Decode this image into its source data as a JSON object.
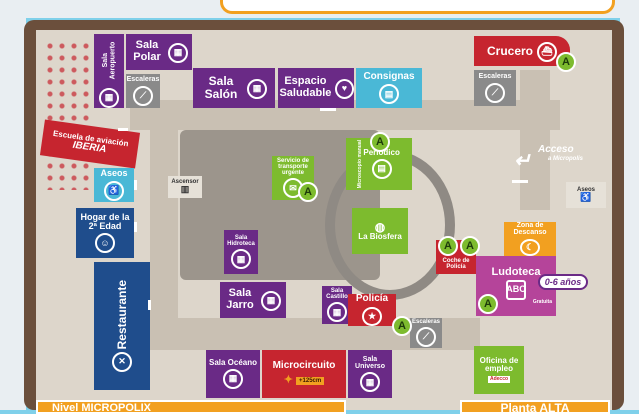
{
  "rooms": {
    "sala_aeropuerto": "Sala Aeropuerto",
    "sala_polar": "Sala Polar",
    "escaleras_1": "Escaleras",
    "sala_salon": "Sala Salón",
    "espacio_saludable": "Espacio Saludable",
    "consignas": "Consignas",
    "crucero": "Crucero",
    "escaleras_2": "Escaleras",
    "escuela_aviacion": "Escuela de aviación",
    "iberia": "IBERIA",
    "aseos_1": "Aseos",
    "ascensor_1": "Ascensor",
    "servicio_transporte": "Servicio de transporte urgente",
    "microscopio": "Microscopio manual",
    "periodico": "Periódico",
    "acceso": "Acceso",
    "acceso_sub": "a Micropolis",
    "aseos_2": "Aseos",
    "hogar": "Hogar de la 2ª Edad",
    "sala_hidroteca": "Sala Hidroteca",
    "biosfera": "La Biosfera",
    "zona_descanso": "Zona de Descanso",
    "coche_policia": "Coche de Policía",
    "ludoteca": "Ludoteca",
    "edades": "0-6 años",
    "gratuita": "Gratuita",
    "restaurante": "Restaurante",
    "sala_jarro": "Sala Jarro",
    "sala_castillo": "Sala Castillo",
    "policia": "Policía",
    "escaleras_3": "Escaleras",
    "oficina_empleo": "Oficina de empleo",
    "adecco": "Adecco",
    "sala_oceano": "Sala Océano",
    "microcircuito": "Microcircuito",
    "altura": "+125cm",
    "sala_universo": "Sala Universo"
  },
  "bottom": {
    "left_banner": "Nivel MICROPOLIX",
    "right_banner": "Planta ALTA"
  },
  "pins": {
    "label": "A"
  },
  "colors": {
    "purple": "#6a2a86",
    "red": "#c6252f",
    "teal": "#4ab8d6",
    "navy": "#1f4d8c",
    "green": "#7dbb2e",
    "orange": "#f2a020",
    "pink": "#b5449a"
  }
}
